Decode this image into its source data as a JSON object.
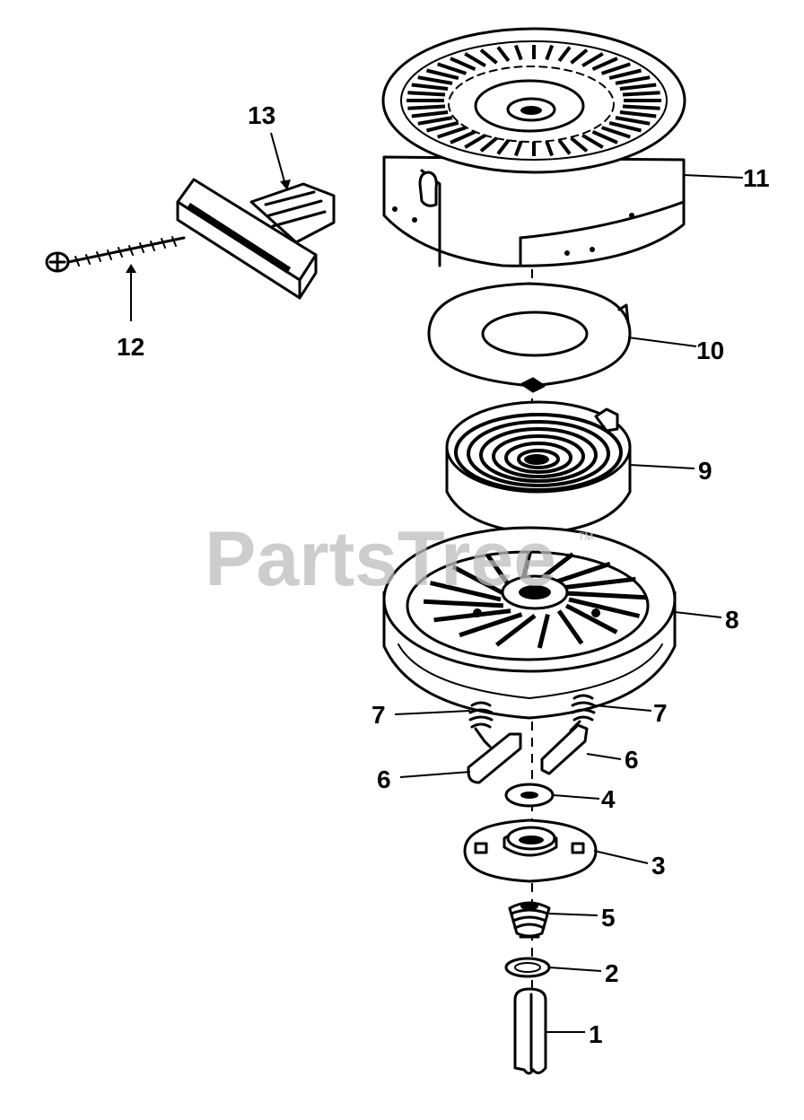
{
  "watermark": {
    "text": "PartsTree",
    "trademark": "TM"
  },
  "callouts": {
    "c1": "1",
    "c2": "2",
    "c3": "3",
    "c4": "4",
    "c5": "5",
    "c6a": "6",
    "c6b": "6",
    "c7a": "7",
    "c7b": "7",
    "c8": "8",
    "c9": "9",
    "c10": "10",
    "c11": "11",
    "c12": "12",
    "c13": "13"
  }
}
